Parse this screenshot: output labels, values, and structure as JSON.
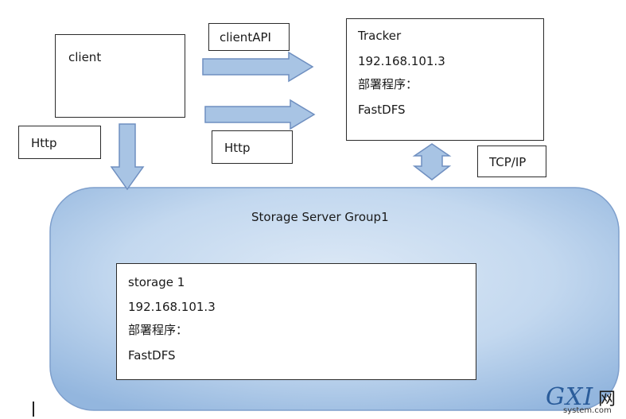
{
  "diagram": {
    "client_box": {
      "label": "client"
    },
    "client_api_label": "clientAPI",
    "http_left_label": "Http",
    "http_mid_label": "Http",
    "tcp_ip_label": "TCP/IP",
    "tracker": {
      "title": "Tracker",
      "ip": "192.168.101.3",
      "deploy_label": "部署程序：",
      "program": "FastDFS"
    },
    "storage_group": {
      "title": "Storage Server Group1",
      "storage": {
        "title": "storage 1",
        "ip": "192.168.101.3",
        "deploy_label": "部署程序：",
        "program": "FastDFS"
      }
    },
    "watermark": {
      "logo_text": "GXI",
      "logo_cjk": "网",
      "site": "system.com"
    }
  },
  "colors": {
    "group_fill": "#a9c6e8",
    "group_stroke": "#7a9cc8",
    "arrow_fill": "#a8c4e4",
    "arrow_stroke": "#6f8fc0"
  }
}
